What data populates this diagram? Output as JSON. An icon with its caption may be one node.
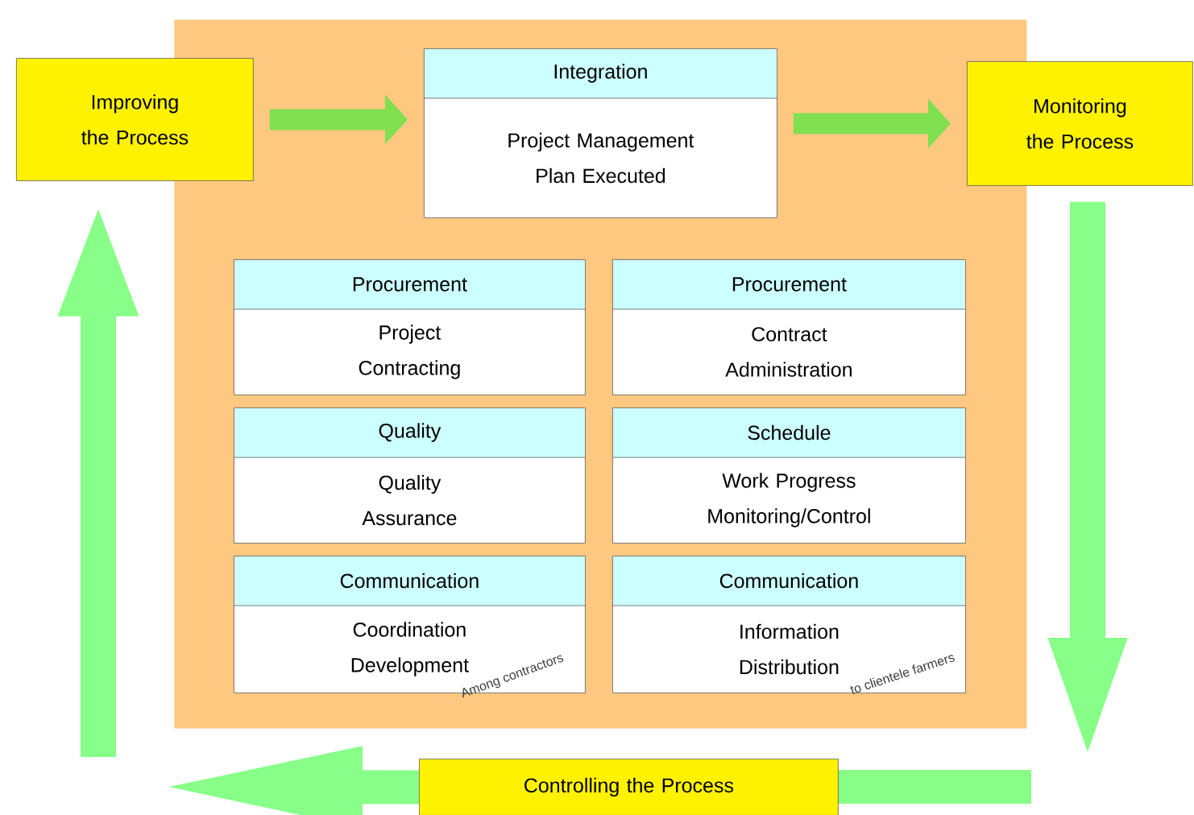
{
  "diagram": {
    "nodes": [
      {
        "text": [],
        "shape": "box"
      },
      {
        "text": [
          "Improving the Process"
        ]
      },
      {
        "text": [
          "Integration",
          "Project Management Plan Executed"
        ],
        "in": 0
      },
      {
        "text": [
          "Monitoring the Process"
        ]
      },
      {
        "text": [
          "Procurement",
          "Project Contracting"
        ],
        "in": 0
      },
      {
        "text": [
          "Procurement",
          "Contract Administration"
        ],
        "in": 0
      },
      {
        "text": [
          "Quality",
          "Quality Assurance"
        ],
        "in": 0
      },
      {
        "text": [
          "Schedule",
          "Work Progress Monitoring/Control"
        ],
        "in": 0
      },
      {
        "text": [
          "Communication",
          "Coordination Development"
        ],
        "in": 0
      },
      {
        "text": [
          "Communication",
          "Information Distribution"
        ],
        "in": 0
      },
      {
        "text": [
          "Controlling the Process"
        ]
      }
    ],
    "edges": [
      {
        "from": 1,
        "to": 2,
        "arrow": "to",
        "color": "#80e050"
      },
      {
        "from": 2,
        "to": 3,
        "arrow": "to",
        "color": "#80e050"
      },
      {
        "from": 3,
        "to": null,
        "arrow": "to"
      },
      {
        "from": 10,
        "to": null,
        "arrow": "to"
      },
      {
        "from": null,
        "to": 1,
        "arrow": "to"
      }
    ],
    "labels": [
      "Among contractors",
      "to clientele farmers"
    ]
  }
}
